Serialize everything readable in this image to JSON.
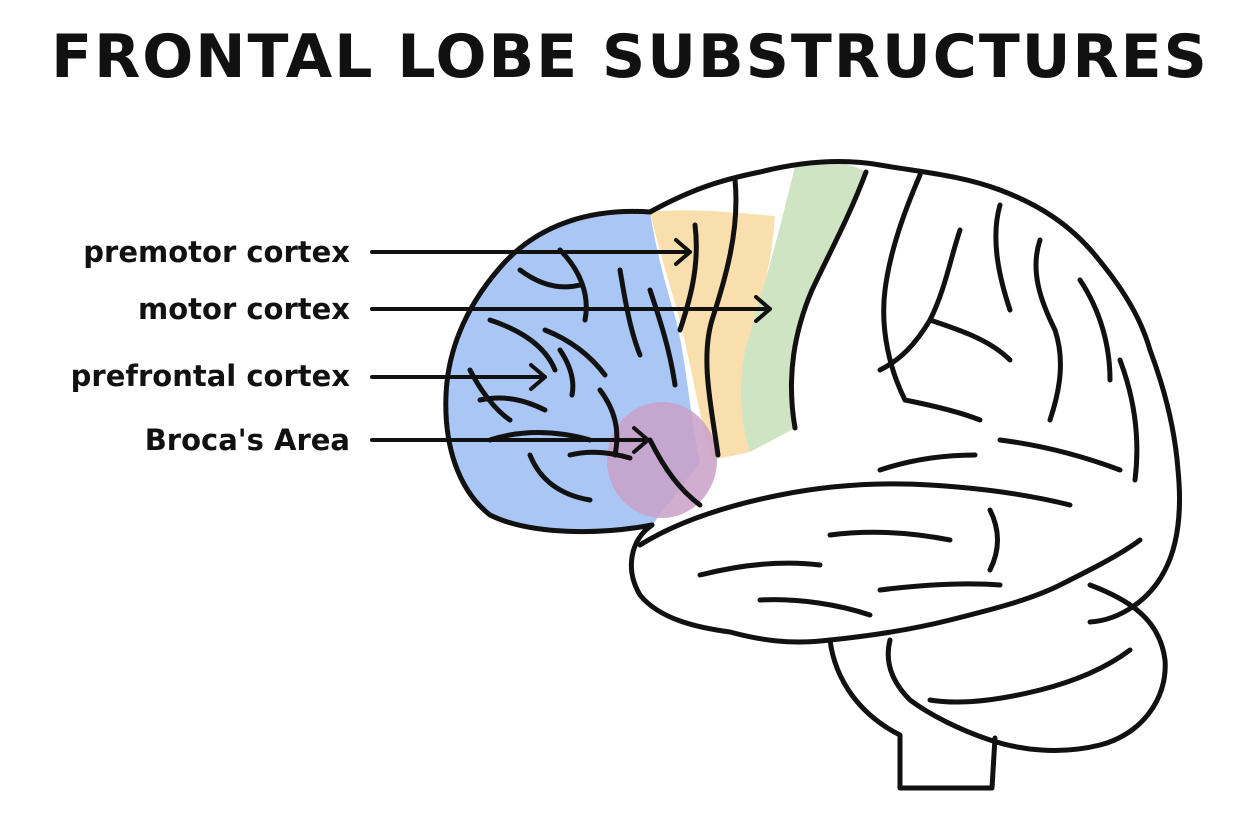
{
  "title": "FRONTAL LOBE SUBSTRUCTURES",
  "labels": {
    "premotor": "premotor cortex",
    "motor": "motor cortex",
    "prefrontal": "prefrontal cortex",
    "broca": "Broca's Area"
  },
  "colors": {
    "prefrontal": "#a9c6f4",
    "premotor": "#f9dfae",
    "motor": "#cfe4c3",
    "broca": "#c9a0c8",
    "outline": "#111111"
  }
}
